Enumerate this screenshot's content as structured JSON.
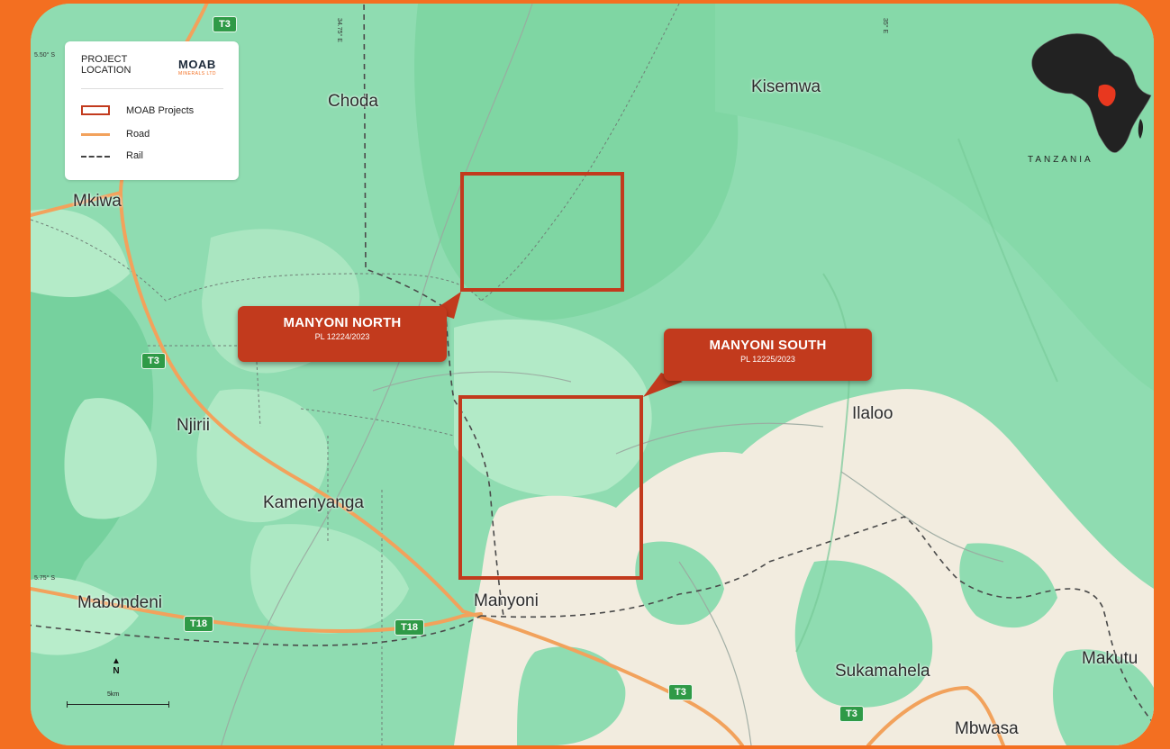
{
  "legend": {
    "title": "PROJECT LOCATION",
    "logo": "MOAB",
    "logo_sub": "MINERALS LTD",
    "items": [
      {
        "label": "MOAB Projects"
      },
      {
        "label": "Road"
      },
      {
        "label": "Rail"
      }
    ]
  },
  "places": {
    "choda": "Choda",
    "kisemwa": "Kisemwa",
    "mkiwa": "Mkiwa",
    "njirii": "Njirii",
    "kamenyanga": "Kamenyanga",
    "ilaloo": "Ilaloo",
    "manyoni": "Manyoni",
    "mabondeni": "Mabondeni",
    "sukamahela": "Sukamahela",
    "makutu": "Makutu",
    "mbwasa": "Mbwasa"
  },
  "road_shields": {
    "t3_top": "T3",
    "t3_left": "T3",
    "t18_left": "T18",
    "t18_mid": "T18",
    "t3_bottom": "T3",
    "t3_right": "T3"
  },
  "projects": {
    "north": {
      "name": "MANYONI NORTH",
      "licence": "PL 12224/2023"
    },
    "south": {
      "name": "MANYONI SOUTH",
      "licence": "PL 12225/2023"
    }
  },
  "inset": {
    "country": "TANZANIA"
  },
  "coords": {
    "lat_top": "5.50° S",
    "lat_bottom": "5.75° S",
    "lon_left": "34.75° E",
    "lon_right": "35° E"
  },
  "north_arrow": {
    "label": "N"
  },
  "scale": {
    "label": "5km"
  },
  "colors": {
    "frame": "#F36F21",
    "forest": "#7fd8a6",
    "light_green": "#b6eccb",
    "bare": "#f3ecde",
    "project_outline": "#c23a1d",
    "callout": "#c23a1d",
    "road": "#f2a25c",
    "rail": "#555555",
    "shield": "#2f9a47",
    "highlight": "#e8381f"
  }
}
